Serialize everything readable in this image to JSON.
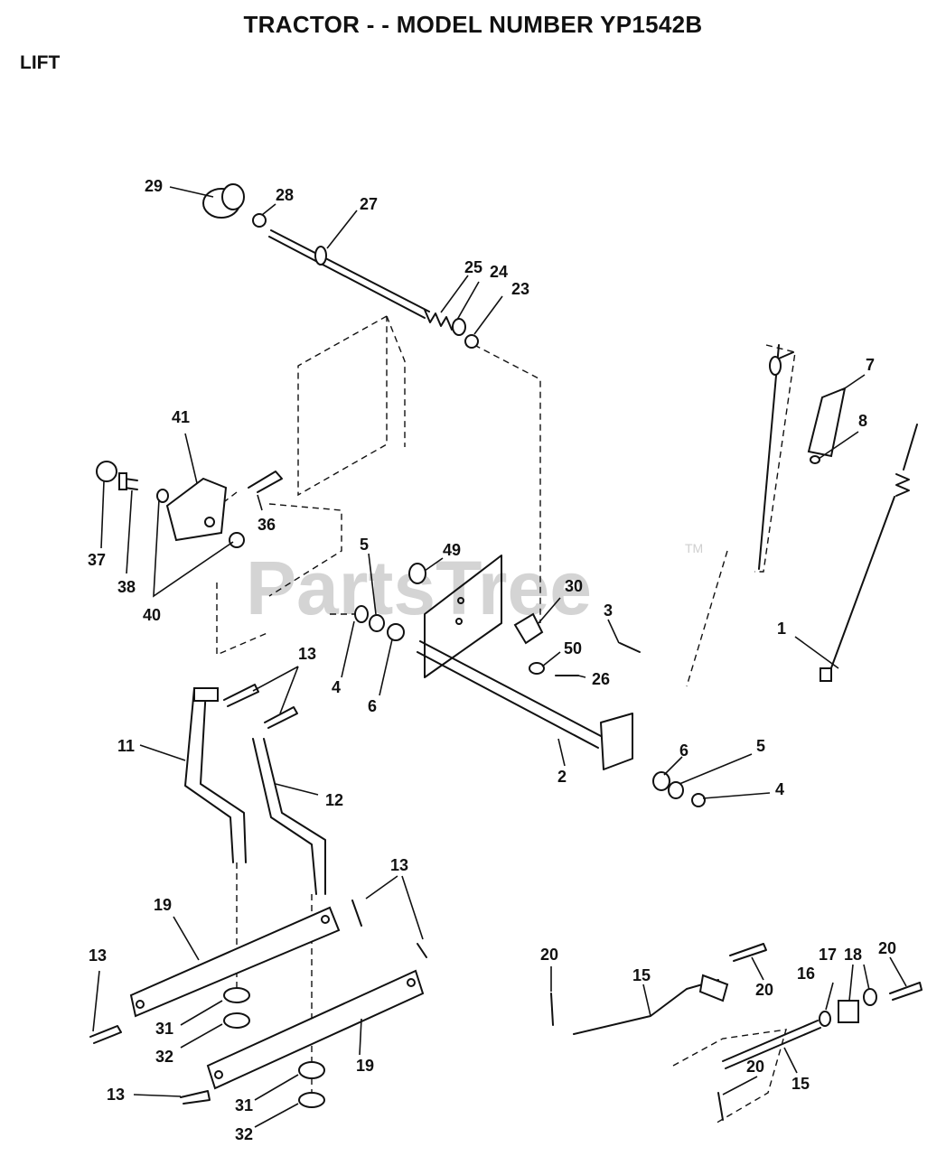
{
  "header": {
    "title": "TRACTOR - - MODEL NUMBER YP1542B",
    "section": "LIFT"
  },
  "watermark": {
    "text": "PartsTree",
    "mark": "TM"
  },
  "callouts": {
    "c29": "29",
    "c28": "28",
    "c27": "27",
    "c25": "25",
    "c24": "24",
    "c23": "23",
    "c41": "41",
    "c37": "37",
    "c38": "38",
    "c40": "40",
    "c36": "36",
    "c5a": "5",
    "c4a": "4",
    "c6a": "6",
    "c49": "49",
    "c30": "30",
    "c3": "3",
    "c50": "50",
    "c26": "26",
    "c7": "7",
    "c8": "8",
    "c1": "1",
    "c13a": "13",
    "c11": "11",
    "c12": "12",
    "c2": "2",
    "c6b": "6",
    "c5b": "5",
    "c4b": "4",
    "c19a": "19",
    "c13b": "13",
    "c13c": "13",
    "c31a": "31",
    "c32a": "32",
    "c19b": "19",
    "c13d": "13",
    "c31b": "31",
    "c32b": "32",
    "c20a": "20",
    "c15a": "15",
    "c20b": "20",
    "c16": "16",
    "c17": "17",
    "c18": "18",
    "c20c": "20",
    "c20d": "20",
    "c15b": "15"
  }
}
